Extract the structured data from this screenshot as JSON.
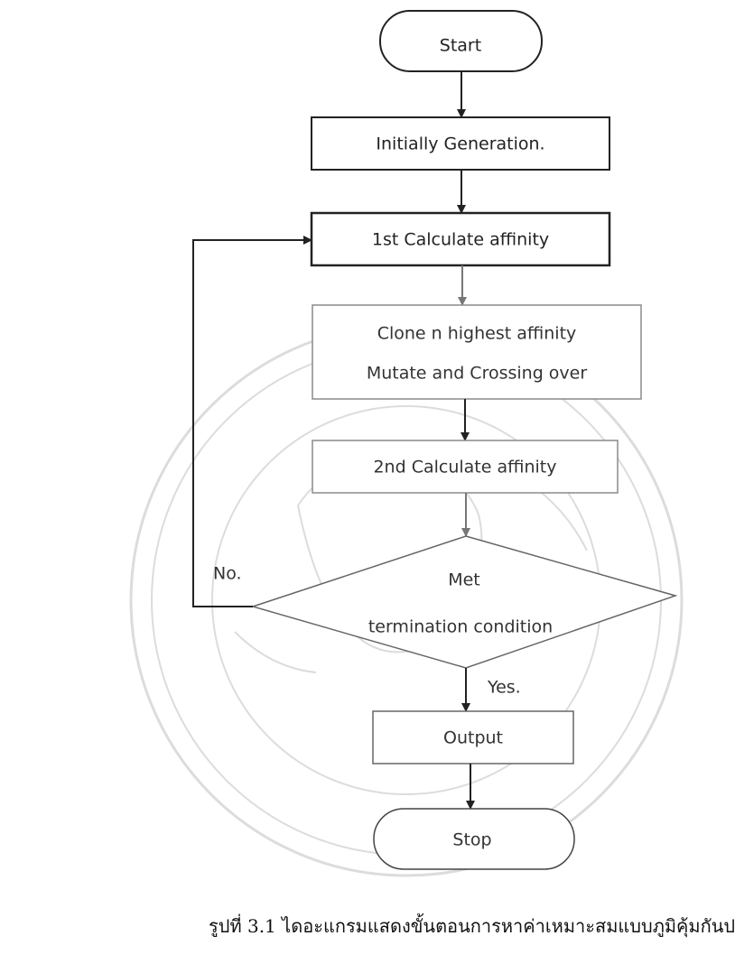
{
  "flowchart": {
    "start_label": "Start",
    "initial_generation_label": "Initially Generation.",
    "first_affinity_label": "1st Calculate affinity",
    "clone_line1": "Clone n highest affinity",
    "clone_line2": "Mutate and Crossing over",
    "second_affinity_label": "2nd Calculate affinity",
    "decision_line1": "Met",
    "decision_line2": "termination condition",
    "no_label": "No.",
    "yes_label": "Yes.",
    "output_label": "Output",
    "stop_label": "Stop"
  },
  "caption": "รูปที่ 3.1 ไดอะแกรมแสดงขั้นตอนการหาค่าเหมาะสมแบบภูมิคุ้มกันป",
  "colors": {
    "dark_stroke": "#222222",
    "light_stroke": "#8a8a8a",
    "watermark": "#d8d8d8"
  }
}
